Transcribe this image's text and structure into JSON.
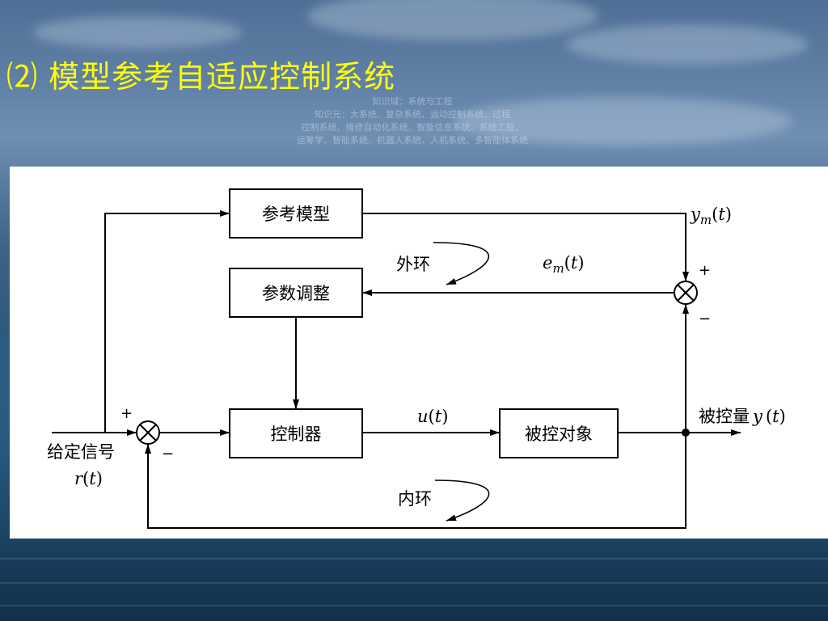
{
  "slide": {
    "title": "⑵ 模型参考自适应控制系统",
    "watermark_lines": [
      "知识域：系统与工程",
      "知识元：大系统、复杂系统、运动控制系统、过程",
      "控制系统、维修自动化系统、智能信息系统、系统工程、",
      "运筹学、智能系统、机器人系统、人机系统、多智能体系统"
    ]
  },
  "diagram": {
    "blocks": {
      "reference_model": "参考模型",
      "parameter_adjust": "参数调整",
      "controller": "控制器",
      "plant": "被控对象"
    },
    "labels": {
      "outer_loop": "外环",
      "inner_loop": "内环",
      "input_label": "给定信号",
      "input_var_letter": "r",
      "controlled_output": "被控量",
      "y_letter": "y",
      "ym_letter": "y",
      "ym_sub": "m",
      "em_letter": "e",
      "em_sub": "m",
      "u_letter": "u",
      "t": "t",
      "paren_open": "(",
      "paren_close": ")",
      "plus": "+",
      "minus": "−"
    }
  },
  "colors": {
    "title": "#ffff00",
    "panel": "#ffffff",
    "line": "#000000"
  }
}
